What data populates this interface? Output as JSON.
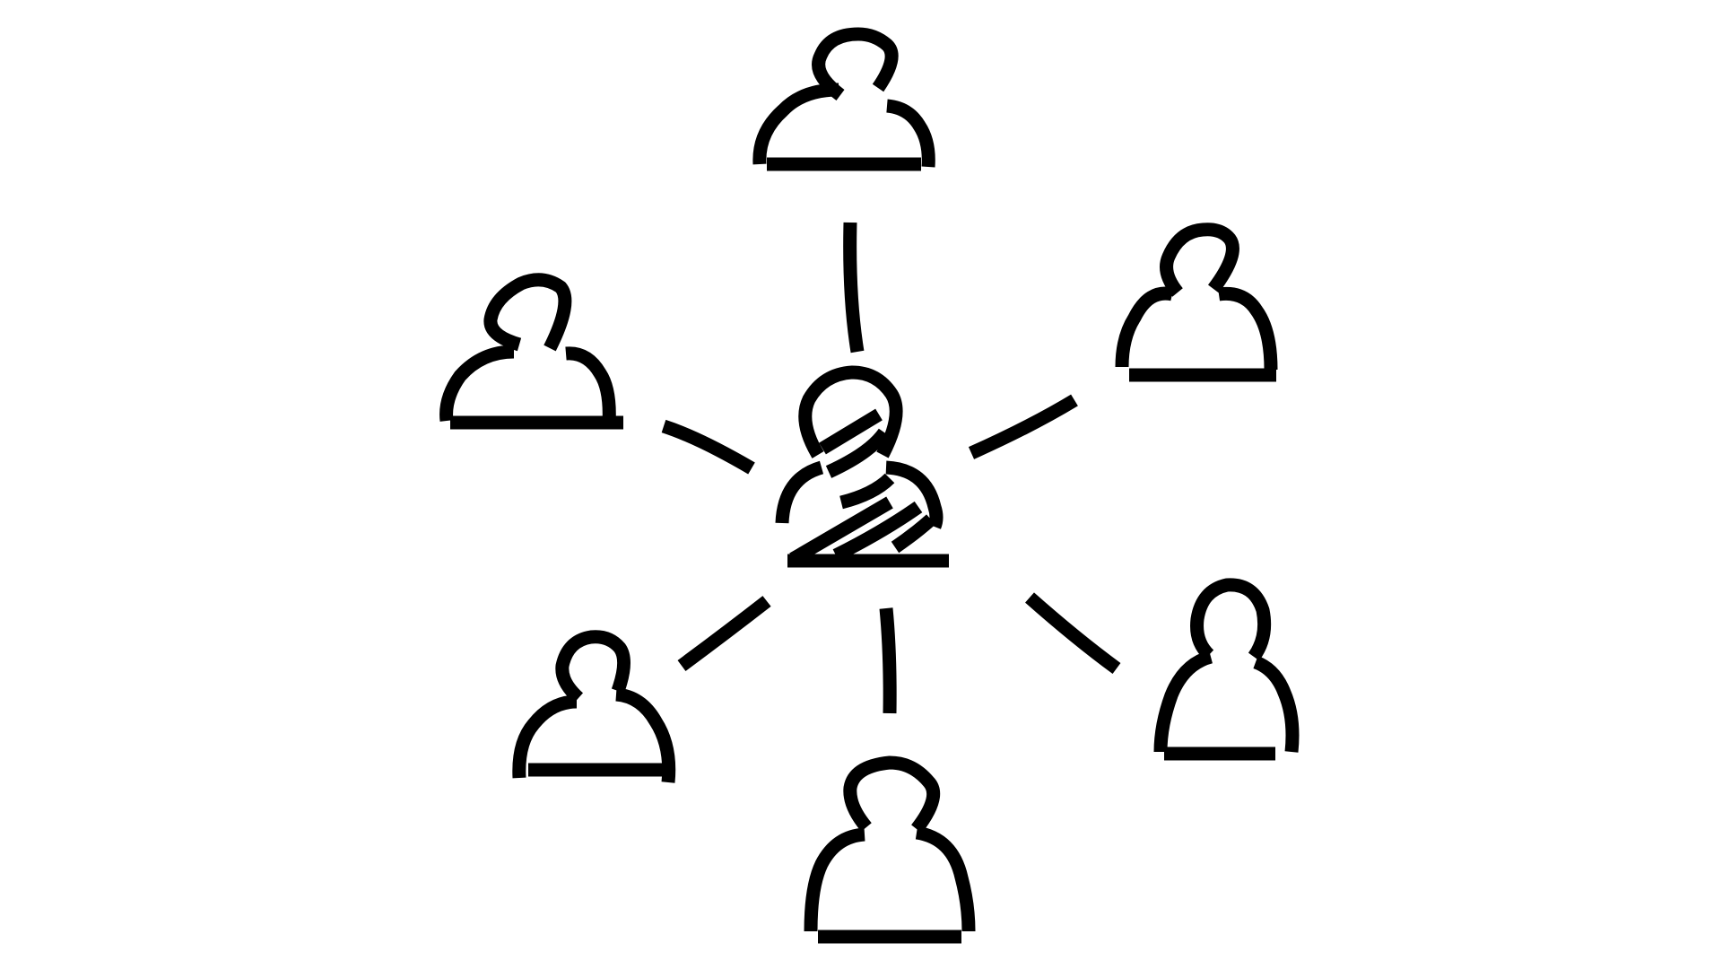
{
  "diagram": {
    "type": "hub-and-spoke",
    "stroke_color": "#000000",
    "background_color": "#ffffff",
    "hub": {
      "icon": "person-hatched-icon"
    },
    "nodes": [
      {
        "id": "top",
        "icon": "person-icon"
      },
      {
        "id": "upper-right",
        "icon": "person-icon"
      },
      {
        "id": "lower-right",
        "icon": "person-icon"
      },
      {
        "id": "bottom",
        "icon": "person-icon"
      },
      {
        "id": "lower-left",
        "icon": "person-icon"
      },
      {
        "id": "upper-left",
        "icon": "person-icon"
      }
    ],
    "connections": [
      "top",
      "upper-right",
      "lower-right",
      "bottom",
      "lower-left",
      "upper-left"
    ]
  }
}
